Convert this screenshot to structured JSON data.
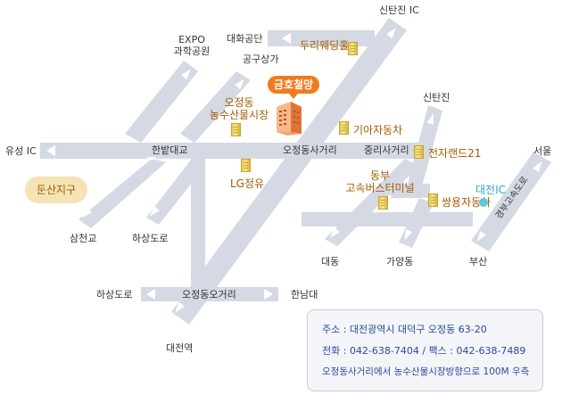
{
  "roads": {
    "yuseong_ic": "유성 IC",
    "expo": "EXPO\n과학공원",
    "daehwa": "대화공단",
    "sintanjin_ic": "신탄진 IC",
    "gongu": "공구상가",
    "sintanjin": "신탄진",
    "seoul": "서울",
    "hanbat": "한밭대교",
    "ojeong_cross": "오정동사거리",
    "jungri_cross": "중리사거리",
    "samcheon": "삼천교",
    "hasang_road1": "하상도로",
    "daedong": "대동",
    "gayang": "가양동",
    "busan": "부산",
    "gyeongbu": "경부고속도로",
    "hasang_road2": "하상도로",
    "ojeong_ocross": "오정동오거리",
    "hannam": "한남대",
    "daejeon_station": "대전역"
  },
  "landmarks": {
    "duri": "두리웨딩홀",
    "market": "오정동\n농수산물시장",
    "kia": "기아자동차",
    "lg": "LG정유",
    "jeonji": "전자랜드21",
    "terminal": "동부\n고속버스터미널",
    "ssangyong": "쌍용자동차",
    "daejeon_ic": "대전IC",
    "district": "둔산지구"
  },
  "company": {
    "name": "금호철망"
  },
  "contact": {
    "address": "주소 :  대전광역시 대덕구 오정동 63-20",
    "phone": "전화 :  042-638-7404  /  팩스 :  042-638-7489",
    "note": "오정동사거리에서 농수산물시장방향으로 100M 우측"
  },
  "colors": {
    "road": "#d4d9e3",
    "arrow": "#ffffff",
    "accent": "#f07a1e",
    "landmark_text": "#a35a00",
    "info_text": "#2b4a9e"
  },
  "icons": [
    "building-icon",
    "arrow-icon",
    "location-dot-icon"
  ]
}
